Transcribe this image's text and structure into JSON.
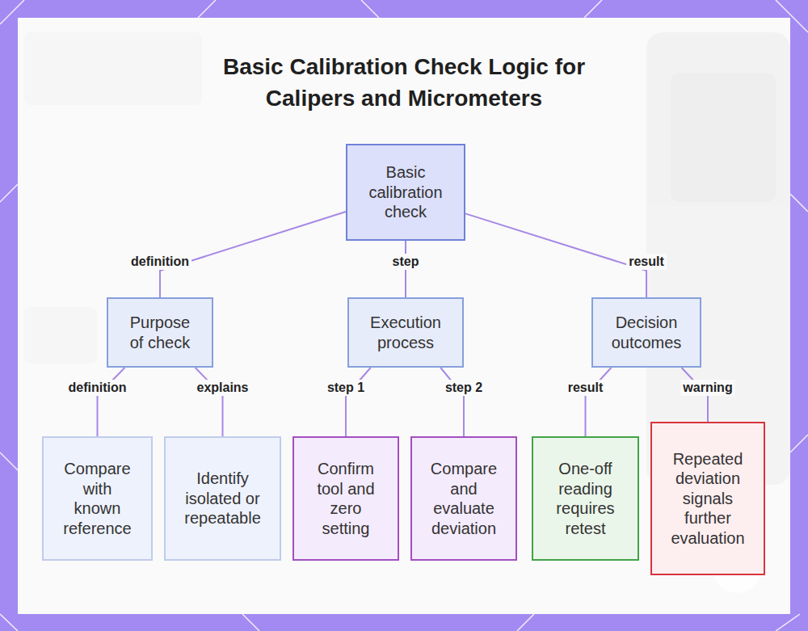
{
  "diagram": {
    "title": "Basic Calibration Check Logic for Calipers and Micrometers",
    "nodes": [
      {
        "text": [
          "Basic calibration check"
        ]
      },
      {
        "text": [
          "Purpose of check"
        ]
      },
      {
        "text": [
          "Execution process"
        ]
      },
      {
        "text": [
          "Decision outcomes"
        ]
      },
      {
        "text": [
          "Compare with known reference"
        ]
      },
      {
        "text": [
          "Identify isolated or repeatable"
        ]
      },
      {
        "text": [
          "Confirm tool and zero setting"
        ]
      },
      {
        "text": [
          "Compare and evaluate deviation"
        ]
      },
      {
        "text": [
          "One-off reading requires retest"
        ]
      },
      {
        "text": [
          "Repeated deviation signals further evaluation"
        ]
      }
    ],
    "edges": [
      {
        "from": 0,
        "to": 1,
        "label": "definition",
        "arrow": "none"
      },
      {
        "from": 0,
        "to": 2,
        "label": "step",
        "arrow": "none"
      },
      {
        "from": 0,
        "to": 3,
        "label": "result",
        "arrow": "none"
      },
      {
        "from": 1,
        "to": 4,
        "label": "definition",
        "arrow": "none"
      },
      {
        "from": 1,
        "to": 5,
        "label": "explains",
        "arrow": "none"
      },
      {
        "from": 2,
        "to": 6,
        "label": "step 1",
        "arrow": "none"
      },
      {
        "from": 2,
        "to": 7,
        "label": "step 2",
        "arrow": "none"
      },
      {
        "from": 3,
        "to": 8,
        "label": "result",
        "arrow": "none"
      },
      {
        "from": 3,
        "to": 9,
        "label": "warning",
        "arrow": "none"
      }
    ]
  }
}
